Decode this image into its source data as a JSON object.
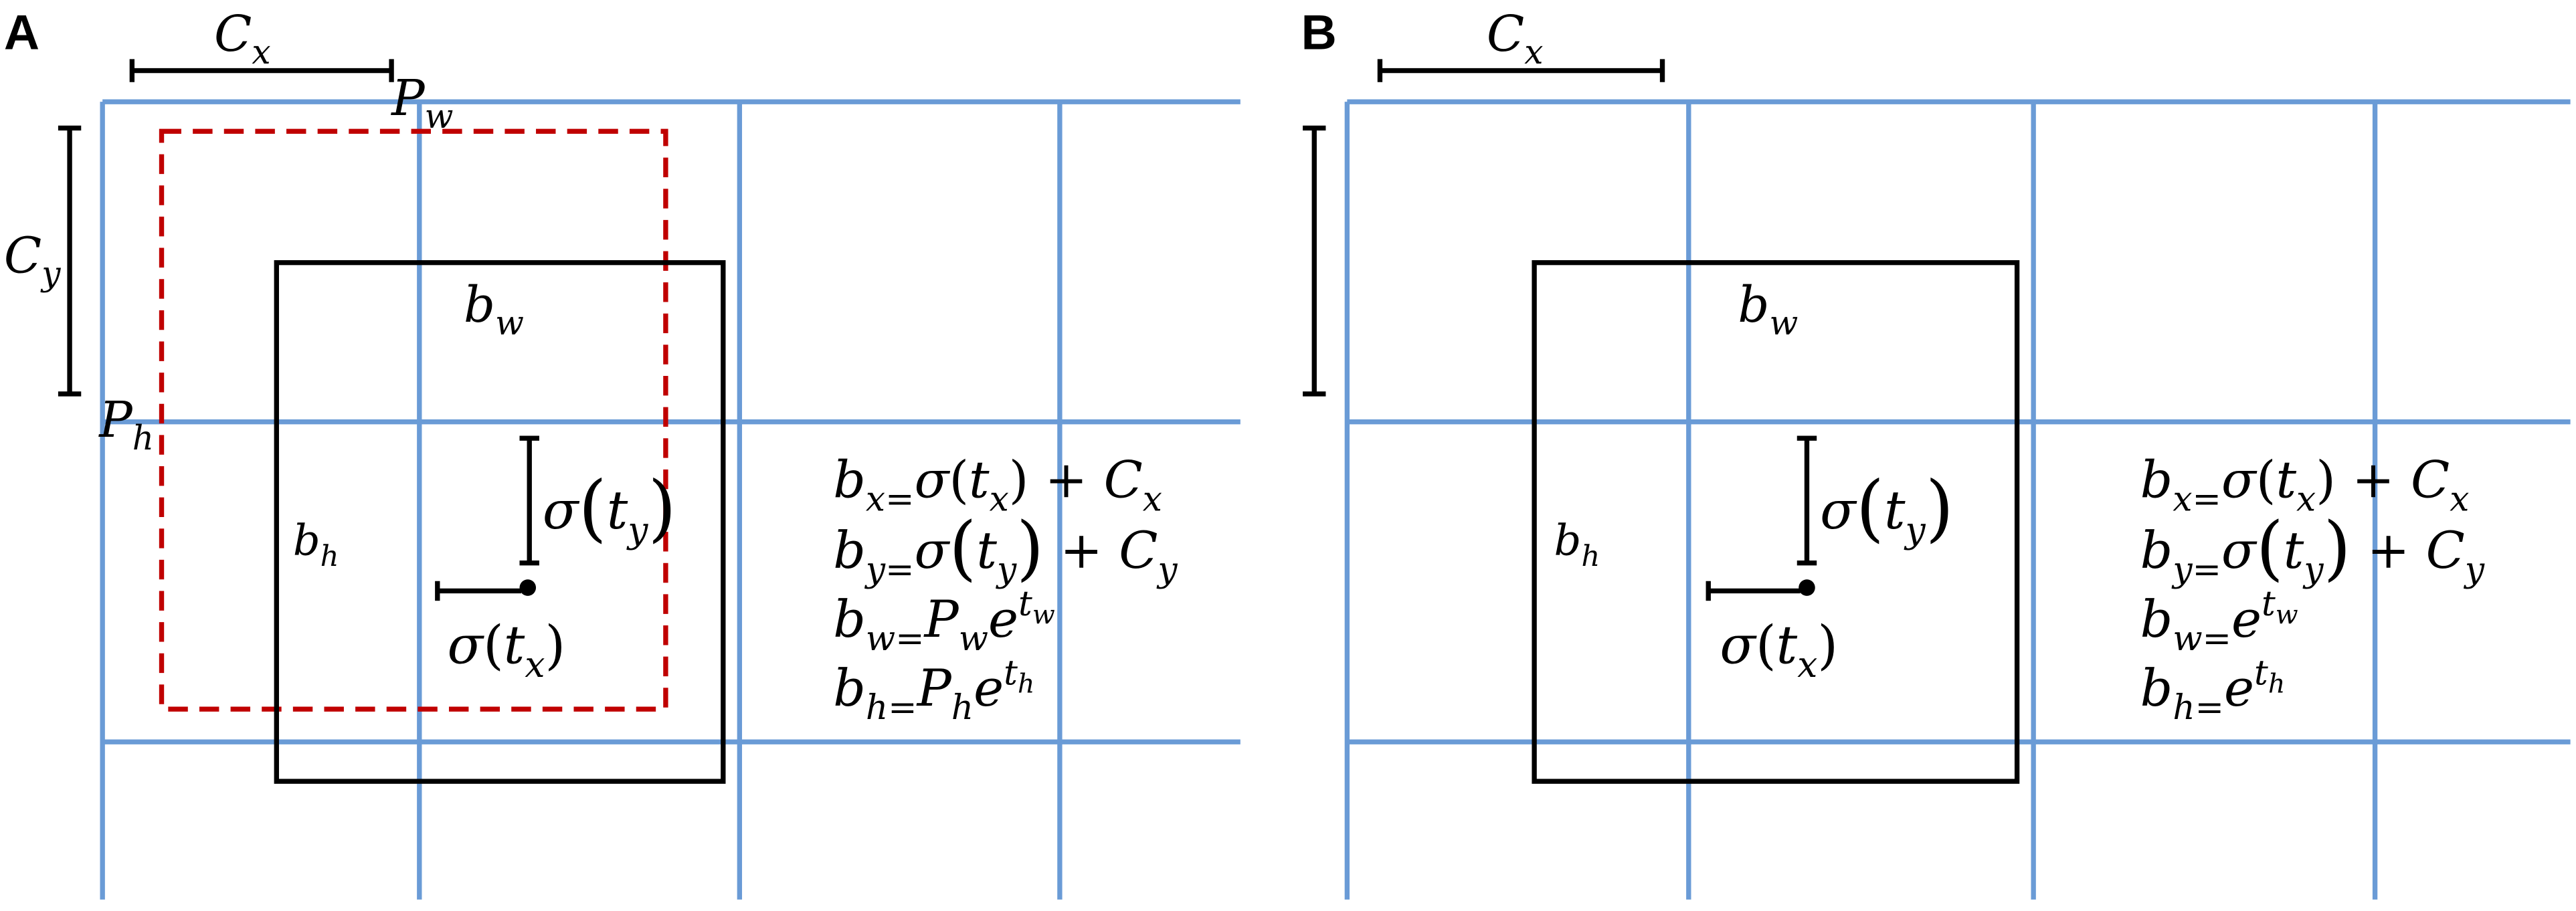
{
  "colors": {
    "grid": "#6a9bd6",
    "box": "#000000",
    "prior": "#c00000"
  },
  "panel_a": {
    "label": "A",
    "cx_label": [
      {
        "base": "C"
      },
      {
        "sub": "x"
      }
    ],
    "cy_label": [
      {
        "base": "C"
      },
      {
        "sub": "y"
      }
    ],
    "pw_label": [
      {
        "base": "P"
      },
      {
        "sub": "w"
      }
    ],
    "ph_label": [
      {
        "base": "P"
      },
      {
        "sub": "h"
      }
    ],
    "bw_label": [
      {
        "base": "b"
      },
      {
        "sub": "w"
      }
    ],
    "bh_label": [
      {
        "base": "b"
      },
      {
        "sub": "h"
      }
    ],
    "sigma_ty": [
      {
        "base": "σ"
      },
      {
        "big": "("
      },
      {
        "base": "t"
      },
      {
        "sub": "y"
      },
      {
        "big": ")"
      }
    ],
    "sigma_tx": [
      {
        "base": "σ"
      },
      {
        "base": "("
      },
      {
        "base": "t"
      },
      {
        "sub": "x"
      },
      {
        "base": ")"
      }
    ],
    "equations": [
      [
        {
          "base": "b"
        },
        {
          "sub": "x="
        },
        {
          "base": "σ"
        },
        {
          "base": "("
        },
        {
          "base": "t"
        },
        {
          "sub": "x"
        },
        {
          "base": ")"
        },
        {
          "base": " + "
        },
        {
          "base": "C"
        },
        {
          "sub": "x"
        }
      ],
      [
        {
          "base": "b"
        },
        {
          "sub": "y="
        },
        {
          "base": "σ"
        },
        {
          "big": "("
        },
        {
          "base": "t"
        },
        {
          "sub": "y"
        },
        {
          "big": ")"
        },
        {
          "base": " + "
        },
        {
          "base": "C"
        },
        {
          "sub": "y"
        }
      ],
      [
        {
          "base": "b"
        },
        {
          "sub": "w="
        },
        {
          "base": "P"
        },
        {
          "sub": "w"
        },
        {
          "base": "e"
        },
        {
          "sup": "t"
        },
        {
          "ss": "w"
        }
      ],
      [
        {
          "base": "b"
        },
        {
          "sub": "h="
        },
        {
          "base": "P"
        },
        {
          "sub": "h"
        },
        {
          "base": "e"
        },
        {
          "sup": "t"
        },
        {
          "ss": "h"
        }
      ]
    ]
  },
  "panel_b": {
    "label": "B",
    "cx_label": [
      {
        "base": "C"
      },
      {
        "sub": "x"
      }
    ],
    "bw_label": [
      {
        "base": "b"
      },
      {
        "sub": "w"
      }
    ],
    "bh_label": [
      {
        "base": "b"
      },
      {
        "sub": "h"
      }
    ],
    "sigma_ty": [
      {
        "base": "σ"
      },
      {
        "big": "("
      },
      {
        "base": "t"
      },
      {
        "sub": "y"
      },
      {
        "big": ")"
      }
    ],
    "sigma_tx": [
      {
        "base": "σ"
      },
      {
        "base": "("
      },
      {
        "base": "t"
      },
      {
        "sub": "x"
      },
      {
        "base": ")"
      }
    ],
    "equations": [
      [
        {
          "base": "b"
        },
        {
          "sub": "x="
        },
        {
          "base": "σ"
        },
        {
          "base": "("
        },
        {
          "base": "t"
        },
        {
          "sub": "x"
        },
        {
          "base": ")"
        },
        {
          "base": " + "
        },
        {
          "base": "C"
        },
        {
          "sub": "x"
        }
      ],
      [
        {
          "base": "b"
        },
        {
          "sub": "y="
        },
        {
          "base": "σ"
        },
        {
          "big": "("
        },
        {
          "base": "t"
        },
        {
          "sub": "y"
        },
        {
          "big": ")"
        },
        {
          "base": " + "
        },
        {
          "base": "C"
        },
        {
          "sub": "y"
        }
      ],
      [
        {
          "base": "b"
        },
        {
          "sub": "w="
        },
        {
          "base": "e"
        },
        {
          "sup": "t"
        },
        {
          "ss": "w"
        }
      ],
      [
        {
          "base": "b"
        },
        {
          "sub": "h="
        },
        {
          "base": "e"
        },
        {
          "sup": "t"
        },
        {
          "ss": "h"
        }
      ]
    ]
  }
}
